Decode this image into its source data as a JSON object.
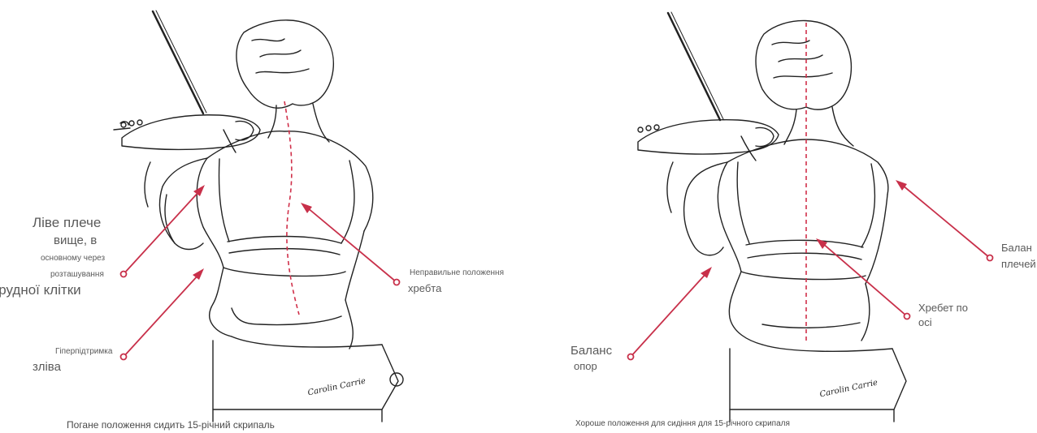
{
  "left": {
    "labels": {
      "shoulder_line1": "Ліве плече",
      "shoulder_line2": "вище, в",
      "shoulder_line3": "основному через",
      "shoulder_line4": "розташування",
      "shoulder_line5": "грудної клітки",
      "support_small": "Гіперпідтримка",
      "support_large": "зліва",
      "spine_line1": "Неправильне положення",
      "spine_line2": "хребта"
    },
    "caption": "Погане положення сидить 15-річний скрипаль"
  },
  "right": {
    "labels": {
      "shoulder_line1": "Балан",
      "shoulder_line2": "плечей",
      "spine_line1": "Хребет по",
      "spine_line2": "осі",
      "balance_line1": "Баланс",
      "balance_line2": "опор"
    },
    "caption": "Хороше положення для сидіння для 15-річного скрипаля"
  },
  "colors": {
    "pointer": "#c8304a",
    "spine_line": "#d0304a",
    "ink": "#222222"
  }
}
